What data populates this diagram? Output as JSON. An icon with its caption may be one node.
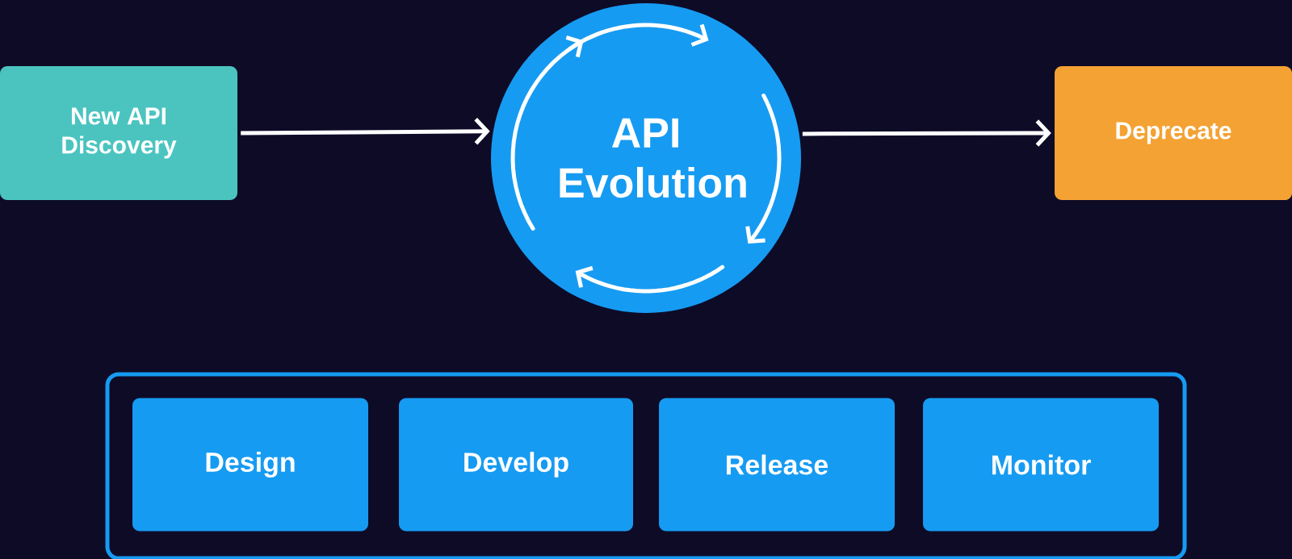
{
  "diagram": {
    "nodes": [
      {
        "text": [
          "New API Discovery"
        ]
      },
      {
        "text": [
          "API Evolution"
        ]
      },
      {
        "text": [
          "Deprecate"
        ]
      },
      {
        "text": [],
        "shape": "box"
      },
      {
        "text": [
          "Design"
        ],
        "in": 3
      },
      {
        "text": [
          "Develop"
        ],
        "in": 3
      },
      {
        "text": [
          "Release"
        ],
        "in": 3
      },
      {
        "text": [
          "Monitor"
        ],
        "in": 3
      }
    ],
    "edges": [
      {
        "from": 0,
        "to": 1,
        "arrow": "to"
      },
      {
        "from": 1,
        "to": 2,
        "arrow": "to"
      }
    ]
  }
}
